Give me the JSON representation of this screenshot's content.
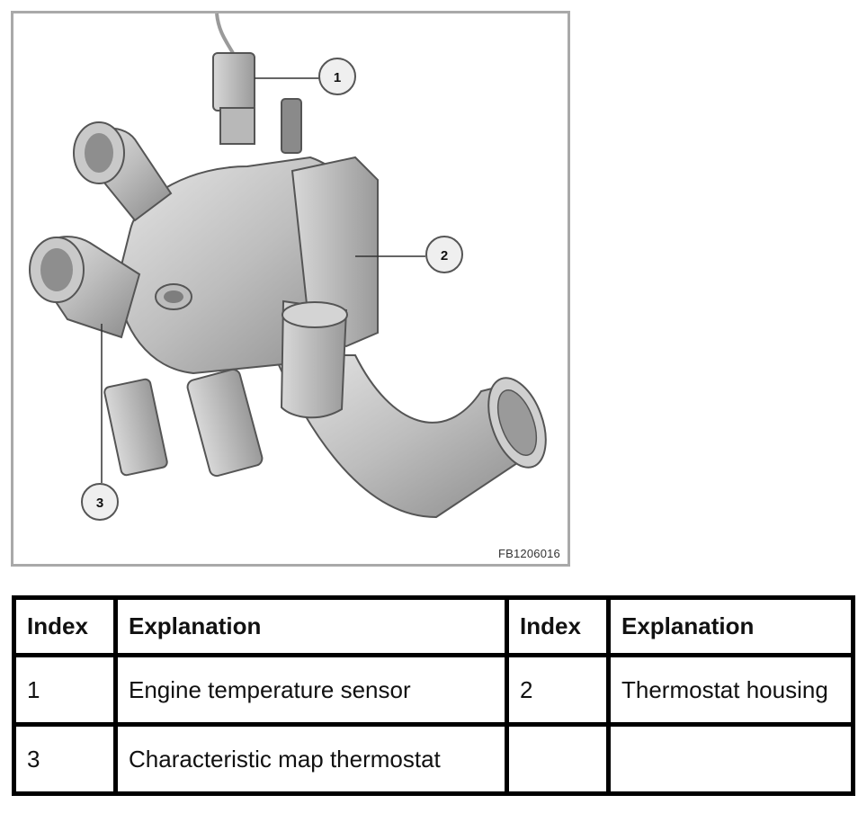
{
  "figure": {
    "code": "FB1206016",
    "callouts": [
      "1",
      "2",
      "3"
    ]
  },
  "table": {
    "headers": [
      "Index",
      "Explanation",
      "Index",
      "Explanation"
    ],
    "rows": [
      [
        "1",
        "Engine temperature sensor",
        "2",
        "Thermostat housing"
      ],
      [
        "3",
        "Characteristic map thermostat",
        "",
        ""
      ]
    ]
  }
}
